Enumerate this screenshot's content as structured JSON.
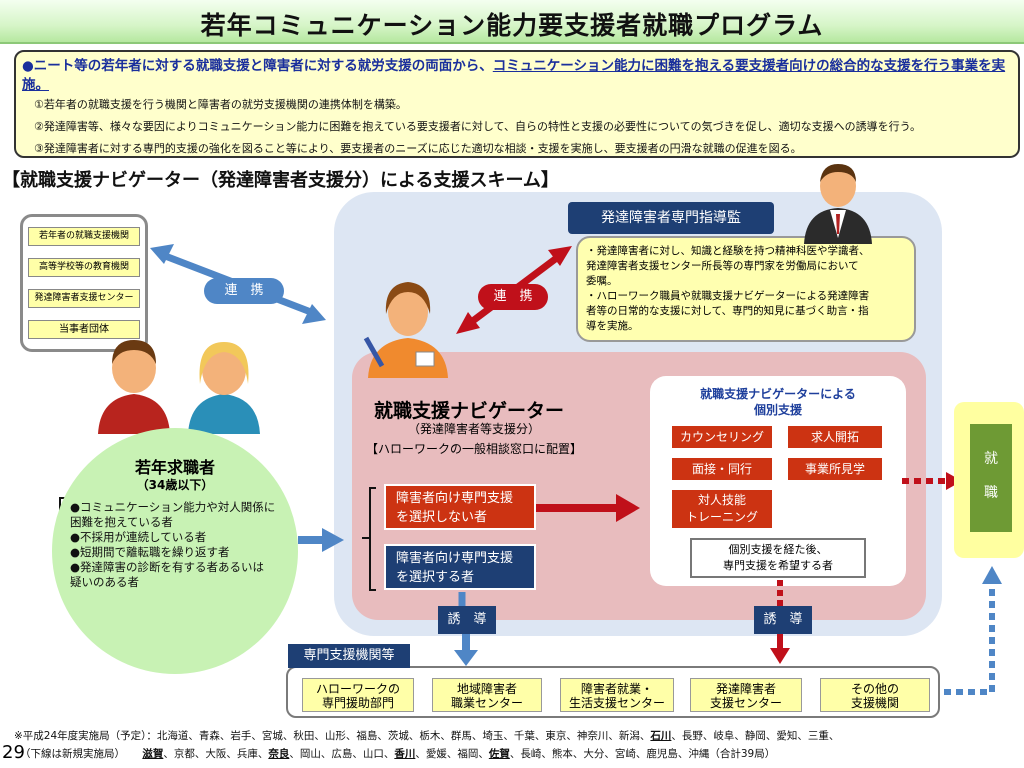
{
  "title": "若年コミュニケーション能力要支援者就職プログラム",
  "summary": {
    "head_plain": "●ニート等の若年者に対する就職支援と障害者に対する就労支援の両面から、",
    "head_underline": "コミュニケーション能力に困難を抱える要支援者向けの総合的な支援を行う事業を実施。",
    "items": [
      "①若年者の就職支援を行う機関と障害者の就労支援機関の連携体制を構築。",
      "②発達障害等、様々な要因によりコミュニケーション能力に困難を抱えている要支援者に対して、自らの特性と支援の必要性についての気づきを促し、適切な支援への誘導を行う。",
      "③発達障害者に対する専門的支援の強化を図ること等により、要支援者のニーズに応じた適切な相談・支援を実施し、要支援者の円滑な就職の促進を図る。"
    ]
  },
  "scheme_title": "【就職支援ナビゲーター（発達障害者支援分）による支援スキーム】",
  "orgs": [
    "若年者の就職支援機関",
    "高等学校等の教育機関",
    "発達障害者支援センター",
    "当事者団体"
  ],
  "renkei_left": "連　携",
  "renkei_right": "連　携",
  "supervisor": {
    "tag": "発達障害者専門指導監",
    "lines": [
      "・発達障害者に対し、知識と経験を持つ精神科医や学識者、",
      "発達障害者支援センター所長等の専門家を労働局において",
      "委嘱。",
      "・ハローワーク職員や就職支援ナビゲーターによる発達障害",
      "者等の日常的な支援に対して、専門的知見に基づく助言・指",
      "導を実施。"
    ]
  },
  "navigator": {
    "title": "就職支援ナビゲーター",
    "sub": "（発達障害者等支援分）",
    "place": "【ハローワークの一般相談窓口に配置】",
    "choice_no": [
      "障害者向け専門支援",
      "を選択しない者"
    ],
    "choice_yes": [
      "障害者向け専門支援",
      "を選択する者"
    ]
  },
  "individual": {
    "title_lines": [
      "就職支援ナビゲーターによる",
      "個別支援"
    ],
    "buttons": [
      "カウンセリング",
      "求人開拓",
      "面接・同行",
      "事業所見学",
      "対人技能",
      "トレーニング"
    ],
    "after_lines": [
      "個別支援を経た後、",
      "専門支援を希望する者"
    ]
  },
  "job_seeker": {
    "title": "若年求職者",
    "age": "（34歳以下）",
    "list": [
      "●コミュニケーション能力や対人関係に",
      "困難を抱えている者",
      "●不採用が連続している者",
      "●短期間で離転職を繰り返す者",
      "●発達障害の診断を有する者あるいは",
      "疑いのある者"
    ]
  },
  "employment": [
    "就",
    "職"
  ],
  "guide_left": "誘　導",
  "guide_right": "誘　導",
  "specialist": {
    "tag": "専門支援機関等",
    "boxes": [
      [
        "ハローワークの",
        "専門援助部門"
      ],
      [
        "地域障害者",
        "職業センター"
      ],
      [
        "障害者就業・",
        "生活支援センター"
      ],
      [
        "発達障害者",
        "支援センター"
      ],
      [
        "その他の",
        "支援機関"
      ]
    ]
  },
  "footer": {
    "page": "29",
    "line1": "※平成24年度実施局（予定）：北海道、青森、岩手、宮城、秋田、山形、福島、茨城、栃木、群馬、埼玉、千葉、東京、神奈川、新潟、",
    "line1_bold": "石川",
    "line1_tail": "、長野、岐阜、静岡、愛知、三重、",
    "line2_note": "（下線は新規実施局）",
    "line2_parts": [
      {
        "t": "滋賀",
        "b": true
      },
      {
        "t": "、京都、大阪、兵庫、",
        "b": false
      },
      {
        "t": "奈良",
        "b": true
      },
      {
        "t": "、岡山、広島、山口、",
        "b": false
      },
      {
        "t": "香川",
        "b": true
      },
      {
        "t": "、愛媛、福岡、",
        "b": false
      },
      {
        "t": "佐賀",
        "b": true
      },
      {
        "t": "、長崎、熊本、大分、宮崎、鹿児島、沖縄（合計39局）",
        "b": false
      }
    ]
  },
  "colors": {
    "navy": "#1e3f74",
    "red": "#cc3312",
    "blue_arrow": "#4f86c6",
    "dark_red_arrow": "#c0101a",
    "yellow_box": "#ffffa8",
    "green_circle": "#c8f2b4",
    "pink_panel": "#e8bcbe"
  }
}
